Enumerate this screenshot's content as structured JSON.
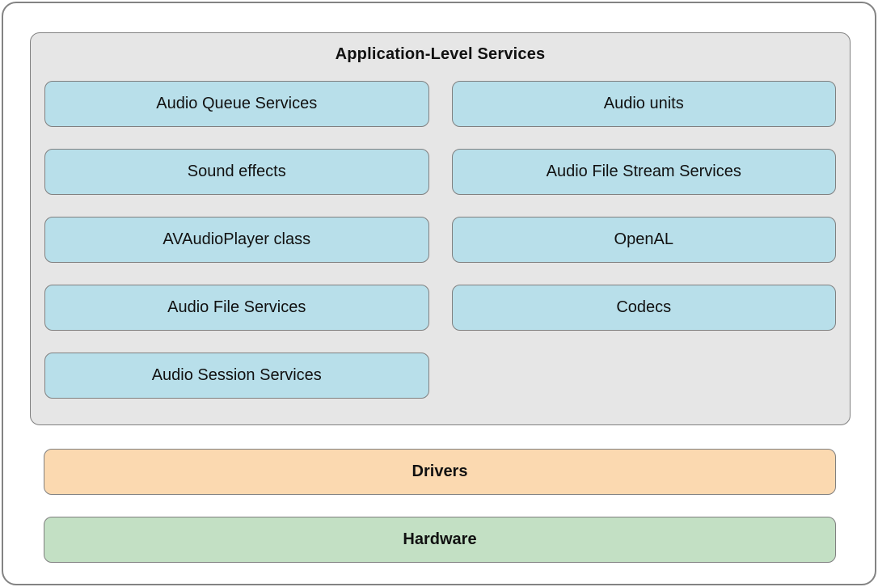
{
  "diagram": {
    "title": "Application-Level Services",
    "services": {
      "left": [
        "Audio Queue Services",
        "Sound effects",
        "AVAudioPlayer class",
        "Audio File Services",
        "Audio Session Services"
      ],
      "right": [
        "Audio units",
        "Audio File Stream Services",
        "OpenAL",
        "Codecs"
      ]
    },
    "layers": {
      "drivers": "Drivers",
      "hardware": "Hardware"
    }
  },
  "colors": {
    "service_box_bg": "#b8dfea",
    "panel_bg": "#e6e6e6",
    "drivers_bg": "#fbd9b0",
    "hardware_bg": "#c3e0c4",
    "border_box": "#808080",
    "border_outer": "#838383"
  }
}
